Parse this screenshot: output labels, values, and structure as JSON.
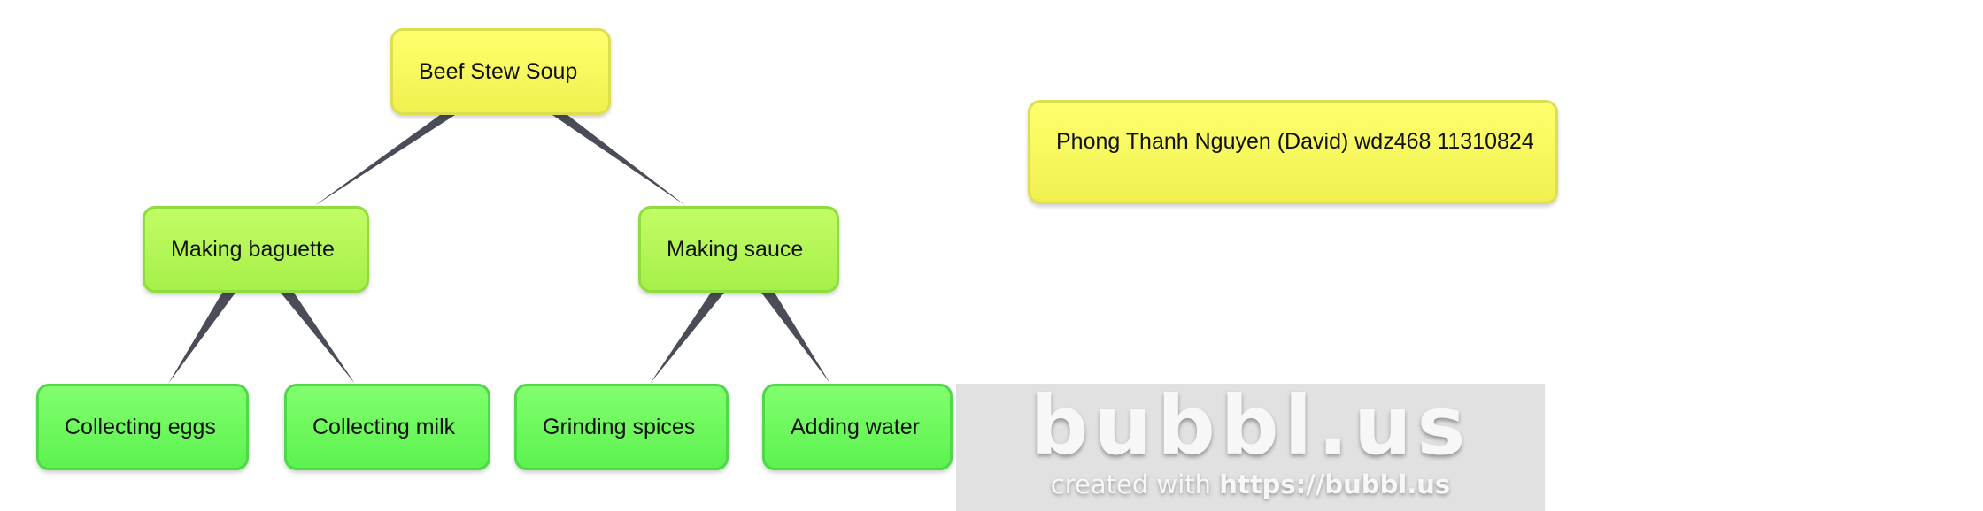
{
  "mindmap": {
    "root": "Beef Stew Soup",
    "branches": [
      {
        "label": "Making baguette",
        "children": [
          "Collecting eggs",
          "Collecting milk"
        ]
      },
      {
        "label": "Making sauce",
        "children": [
          "Grinding spices",
          "Adding water"
        ]
      }
    ],
    "note": "Phong Thanh Nguyen (David) wdz468 11310824"
  },
  "watermark": {
    "logo": "bubbl.us",
    "caption_prefix": "created with",
    "caption_url": "https://bubbl.us"
  },
  "colors": {
    "root_fill": "#ffff6e",
    "branch_fill": "#b4f55a",
    "leaf_fill": "#6ef960",
    "connector": "#4a4d57",
    "watermark_bg": "#e1e1e1"
  }
}
